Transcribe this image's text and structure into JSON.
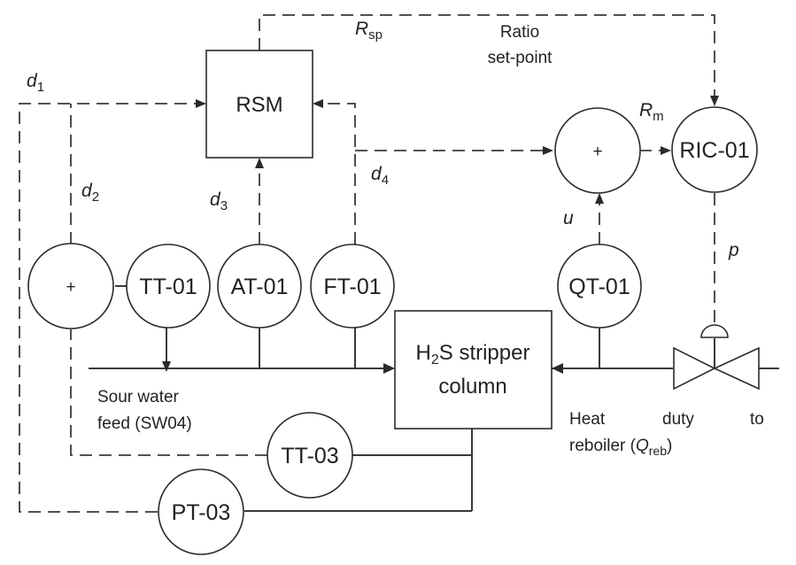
{
  "blocks": {
    "rsm": "RSM",
    "column_line1_pre": "H",
    "column_line1_sub": "2",
    "column_line1_post": "S stripper",
    "column_line2": "column"
  },
  "instruments": {
    "tt01": "TT-01",
    "at01": "AT-01",
    "ft01": "FT-01",
    "qt01": "QT-01",
    "ric01": "RIC-01",
    "tt03": "TT-03",
    "pt03": "PT-03"
  },
  "summers": {
    "left": "+",
    "right": "+"
  },
  "signals": {
    "d1": {
      "base": "d",
      "sub": "1"
    },
    "d2": {
      "base": "d",
      "sub": "2"
    },
    "d3": {
      "base": "d",
      "sub": "3"
    },
    "d4": {
      "base": "d",
      "sub": "4"
    },
    "rsp": {
      "base": "R",
      "sub": "sp"
    },
    "rm": {
      "base": "R",
      "sub": "m"
    },
    "u": "u",
    "p": "p"
  },
  "labels": {
    "ratio_line1": "Ratio",
    "ratio_line2": "set-point",
    "sour_line1": "Sour water",
    "sour_line2": "feed (SW04)",
    "heat_word1": "Heat",
    "heat_word2": "duty",
    "heat_word3": "to",
    "reboiler_pre": "reboiler (",
    "reboiler_var": "Q",
    "reboiler_sub": "reb",
    "reboiler_post": ")"
  }
}
